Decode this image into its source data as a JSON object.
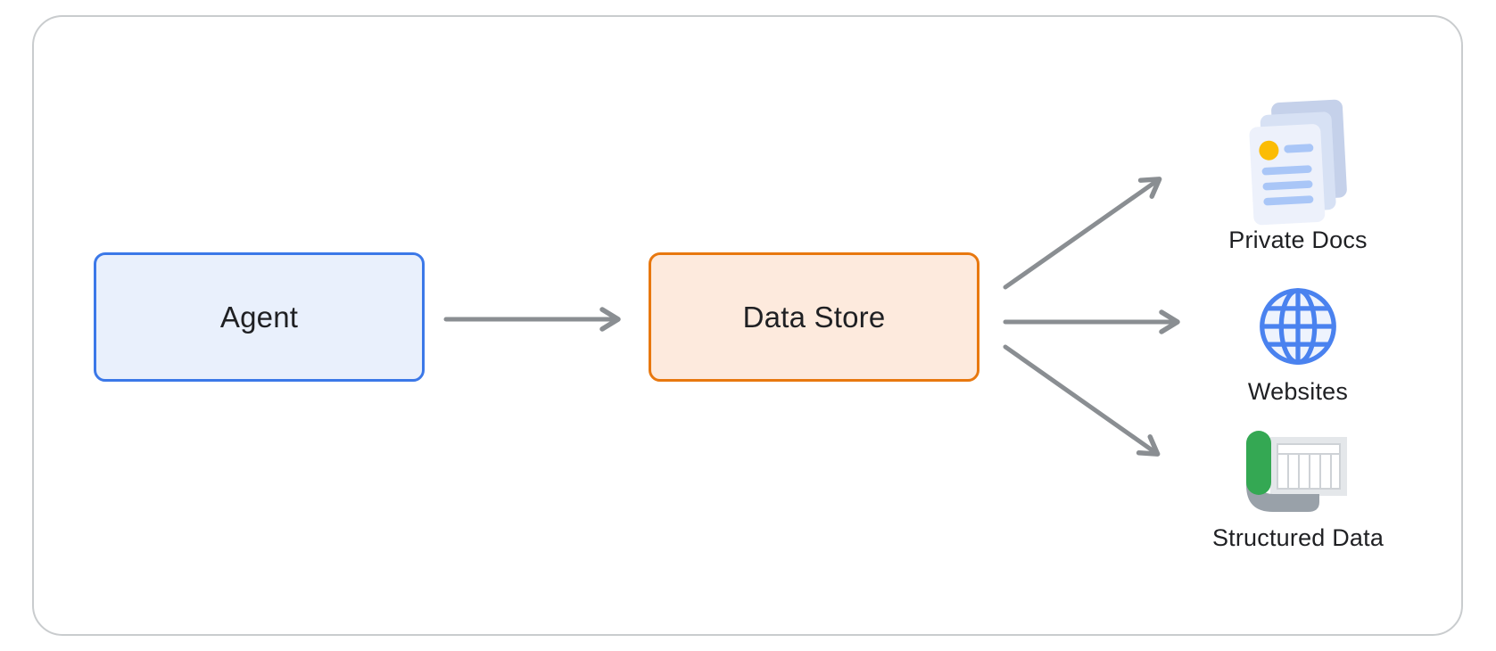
{
  "diagram": {
    "nodes": {
      "agent": {
        "label": "Agent"
      },
      "data_store": {
        "label": "Data Store"
      }
    },
    "targets": [
      {
        "id": "private-docs",
        "label": "Private Docs",
        "icon": "documents-stack-icon"
      },
      {
        "id": "websites",
        "label": "Websites",
        "icon": "globe-icon"
      },
      {
        "id": "structured-data",
        "label": "Structured Data",
        "icon": "spreadsheet-scroll-icon"
      }
    ],
    "edges": [
      {
        "from": "agent",
        "to": "data_store"
      },
      {
        "from": "data_store",
        "to": "private-docs"
      },
      {
        "from": "data_store",
        "to": "websites"
      },
      {
        "from": "data_store",
        "to": "structured-data"
      }
    ],
    "colors": {
      "agent_border": "#3b78e8",
      "agent_fill": "#e9f0fc",
      "data_store_border": "#e8780f",
      "data_store_fill": "#fdeadd",
      "arrow_gray": "#8a8e92",
      "canvas_border": "#c9ccce",
      "text": "#1f2023",
      "doc_page_front": "#edf1fb",
      "doc_page_mid": "#d7e1f4",
      "doc_page_back": "#c5d1ea",
      "doc_accent_yellow": "#fbbc04",
      "doc_line_blue": "#a9c6f7",
      "globe_blue": "#4a82ef",
      "globe_fill": "#eef3fd",
      "scroll_green": "#34a853",
      "scroll_gray": "#99a1a9",
      "sheet_gray": "#e4e7ea"
    }
  }
}
